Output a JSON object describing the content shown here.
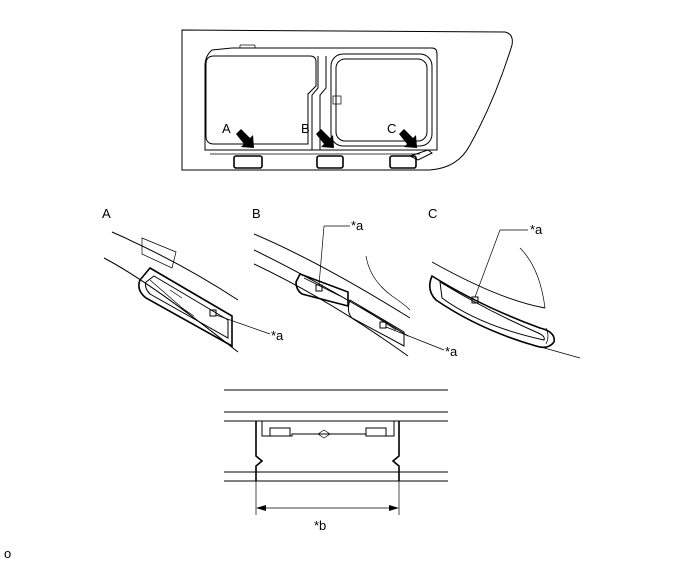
{
  "overview": {
    "callout_a": "A",
    "callout_b": "B",
    "callout_c": "C"
  },
  "details": [
    {
      "title": "A",
      "pointer": "*a"
    },
    {
      "title": "B",
      "pointer": "*a"
    },
    {
      "title": "C",
      "pointer": "*a"
    }
  ],
  "dimension": {
    "label": "*b"
  },
  "footer": {
    "mark": "o"
  }
}
